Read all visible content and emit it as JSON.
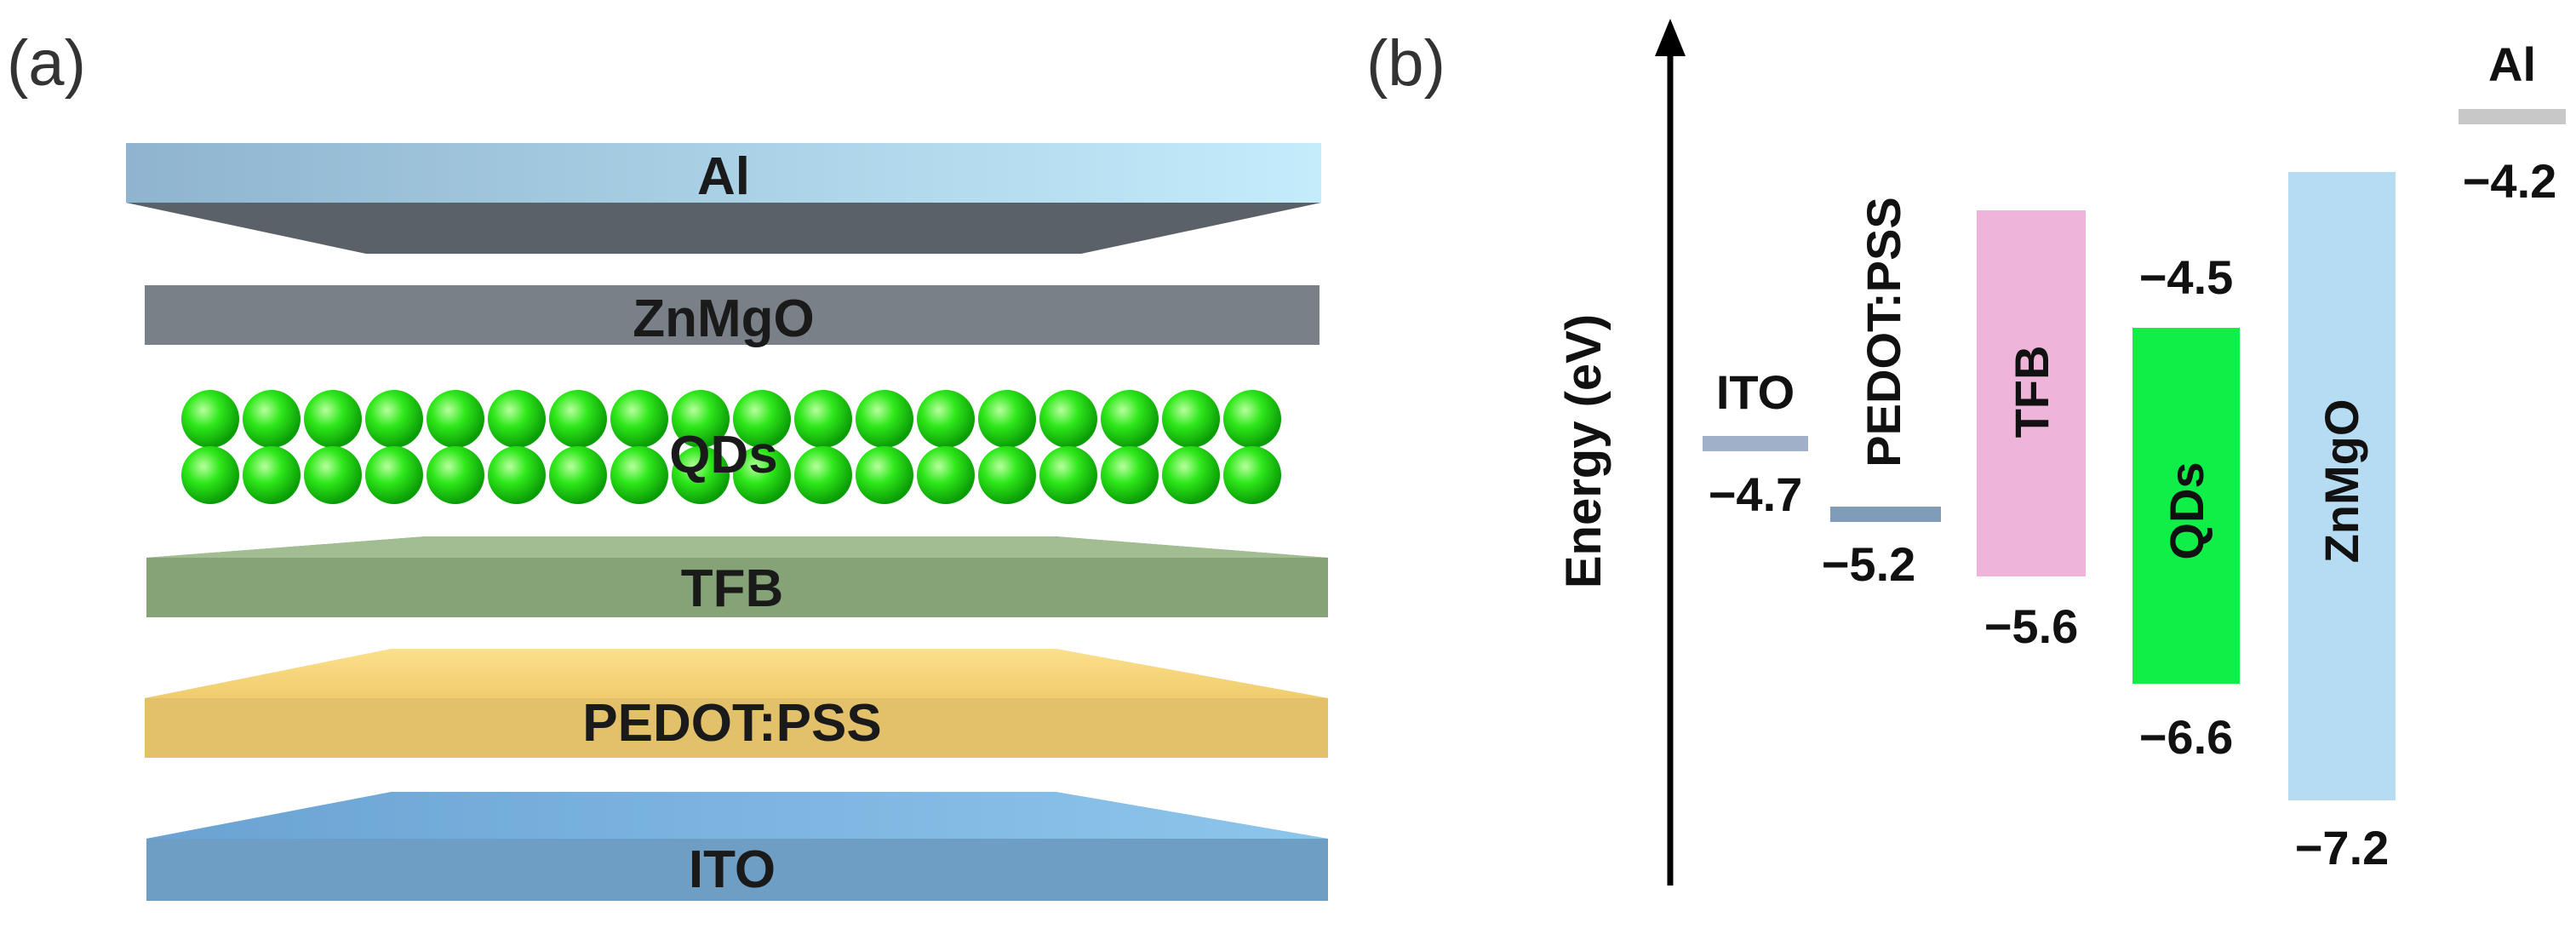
{
  "panel_a": {
    "label": "(a)",
    "layers": [
      {
        "key": "al",
        "name": "Al",
        "color": "#aed4ea"
      },
      {
        "key": "znmgo",
        "name": "ZnMgO",
        "color": "#7a8088"
      },
      {
        "key": "qds",
        "name": "QDs",
        "color": "#22dd11"
      },
      {
        "key": "tfb",
        "name": "TFB",
        "color": "#8aa47a"
      },
      {
        "key": "pedot",
        "name": "PEDOT:PSS",
        "color": "#e6c26a"
      },
      {
        "key": "ito",
        "name": "ITO",
        "color": "#6f9ec4"
      }
    ]
  },
  "panel_b": {
    "label": "(b)",
    "axis_label": "Energy (eV)",
    "materials": [
      {
        "key": "ito",
        "name": "ITO",
        "type": "line",
        "level": -4.7,
        "level_label": "−4.7",
        "color": "#9fb0c8"
      },
      {
        "key": "pedot",
        "name": "PEDOT:PSS",
        "type": "line",
        "level": -5.2,
        "level_label": "−5.2",
        "color": "#7f9cb8"
      },
      {
        "key": "tfb",
        "name": "TFB",
        "type": "bar",
        "bottom_label": "−5.6",
        "color": "#eeb4da"
      },
      {
        "key": "qds",
        "name": "QDs",
        "type": "bar",
        "top_label": "−4.5",
        "bottom_label": "−6.6",
        "color": "#10ee48"
      },
      {
        "key": "znmgo",
        "name": "ZnMgO",
        "type": "bar",
        "bottom_label": "−7.2",
        "color": "#b6dcf4"
      },
      {
        "key": "al",
        "name": "Al",
        "type": "line",
        "level": -4.2,
        "level_label": "−4.2",
        "color": "#c8c8c8"
      }
    ]
  }
}
